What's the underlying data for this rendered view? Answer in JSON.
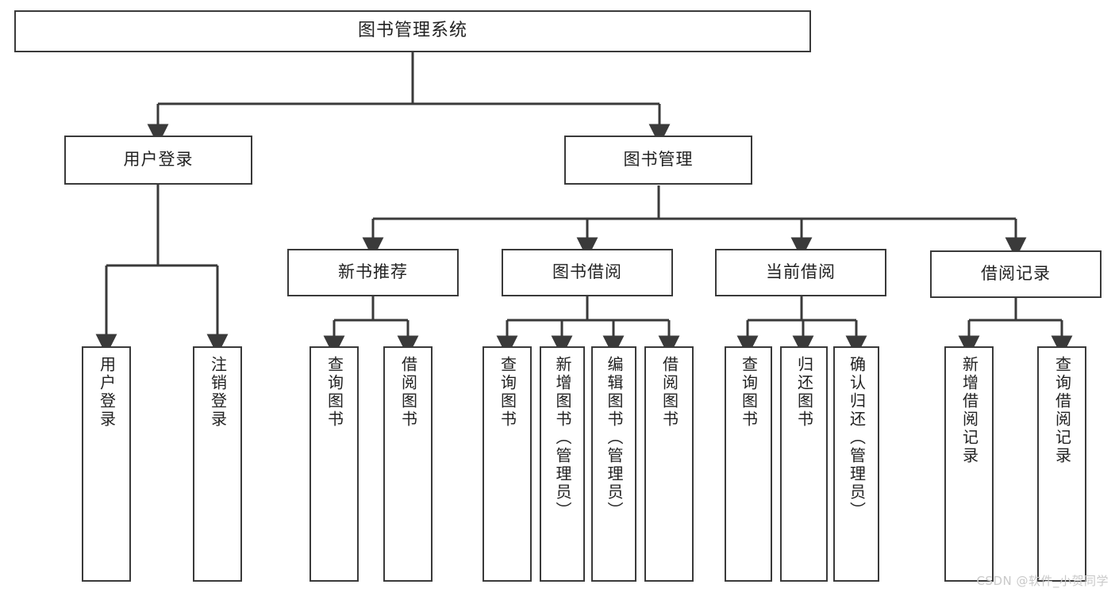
{
  "diagram": {
    "type": "tree",
    "title": "图书管理系统",
    "watermark": "CSDN @软件_小贺同学",
    "colors": {
      "box_border": "#3a3a3a",
      "line": "#3a3a3a",
      "background": "#ffffff",
      "text": "#222222",
      "watermark": "#c9c9c9"
    },
    "nodes": {
      "root": {
        "label": "图书管理系统"
      },
      "level2": [
        {
          "id": "user-login",
          "label": "用户登录"
        },
        {
          "id": "book-manage",
          "label": "图书管理"
        }
      ],
      "level3": [
        {
          "id": "new-book-recommend",
          "label": "新书推荐"
        },
        {
          "id": "book-borrow",
          "label": "图书借阅"
        },
        {
          "id": "current-borrow",
          "label": "当前借阅"
        },
        {
          "id": "borrow-record",
          "label": "借阅记录"
        }
      ],
      "leaves": [
        {
          "id": "leaf-user-login",
          "label": "用户登录",
          "parent": "user-login"
        },
        {
          "id": "leaf-user-logout",
          "label": "注销登录",
          "parent": "user-login"
        },
        {
          "id": "leaf-query-book-1",
          "label": "查询图书",
          "parent": "new-book-recommend"
        },
        {
          "id": "leaf-borrow-book-1",
          "label": "借阅图书",
          "parent": "new-book-recommend"
        },
        {
          "id": "leaf-query-book-2",
          "label": "查询图书",
          "parent": "book-borrow"
        },
        {
          "id": "leaf-add-book",
          "label": "新增图书（管理员）",
          "parent": "book-borrow"
        },
        {
          "id": "leaf-edit-book",
          "label": "编辑图书（管理员）",
          "parent": "book-borrow"
        },
        {
          "id": "leaf-borrow-book-2",
          "label": "借阅图书",
          "parent": "book-borrow"
        },
        {
          "id": "leaf-query-book-3",
          "label": "查询图书",
          "parent": "current-borrow"
        },
        {
          "id": "leaf-return-book",
          "label": "归还图书",
          "parent": "current-borrow"
        },
        {
          "id": "leaf-confirm-return",
          "label": "确认归还（管理员）",
          "parent": "current-borrow"
        },
        {
          "id": "leaf-add-record",
          "label": "新增借阅记录",
          "parent": "borrow-record"
        },
        {
          "id": "leaf-query-record",
          "label": "查询借阅记录",
          "parent": "borrow-record"
        }
      ]
    }
  }
}
